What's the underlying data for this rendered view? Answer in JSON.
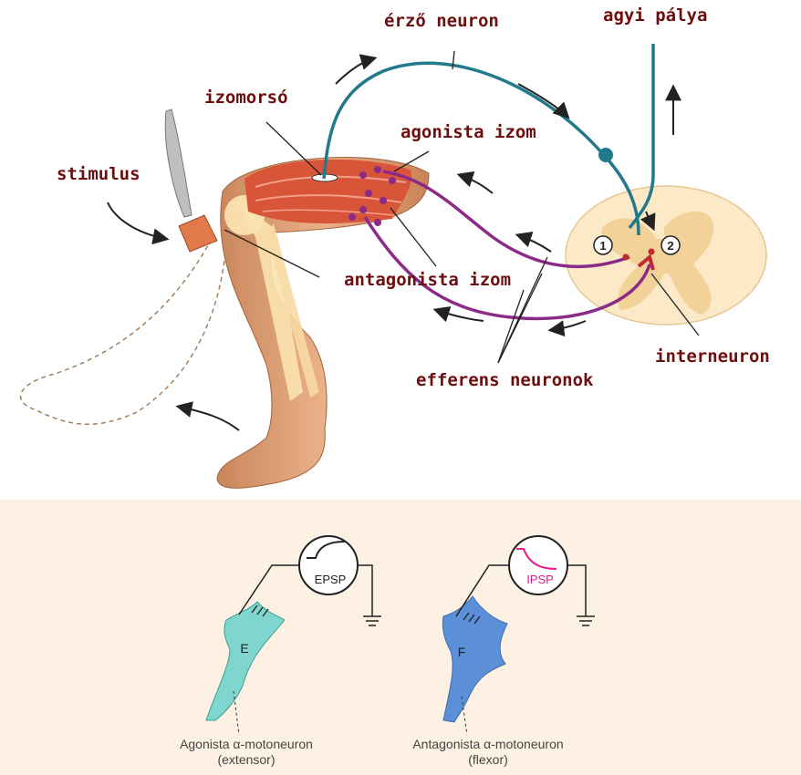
{
  "colors": {
    "label_text": "#6e0d0d",
    "sensory_neuron": "#23798c",
    "efferent_neuron": "#8b2b87",
    "interneuron": "#c0282f",
    "muscle": "#d9553a",
    "skin": "#e6a878",
    "spinal_white": "#fbe9c8",
    "spinal_gray": "#f3d29a",
    "panel_background": "#fcf1e2",
    "extensor_cell": "#7fd6cf",
    "flexor_cell": "#5b8fd8",
    "ipsp_trace": "#e6188c"
  },
  "icons": [
    "reflex-hammer-icon",
    "arrow-icon",
    "electrode-icon",
    "ground-icon",
    "oscilloscope-icon"
  ],
  "labels": {
    "sensory_neuron": "érző neuron",
    "brain_pathway": "agyi pálya",
    "muscle_spindle": "izomorsó",
    "agonist_muscle": "agonista izom",
    "stimulus": "stimulus",
    "antagonist_muscle": "antagonista izom",
    "interneuron": "interneuron",
    "efferent_neurons": "efferens neuronok",
    "marker_1": "1",
    "marker_2": "2"
  },
  "lower_panel": {
    "left": {
      "cell_letter": "E",
      "potential": "EPSP",
      "caption_line1": "Agonista α-motoneuron",
      "caption_line2": "(extensor)"
    },
    "right": {
      "cell_letter": "F",
      "potential": "IPSP",
      "caption_line1": "Antagonista α-motoneuron",
      "caption_line2": "(flexor)"
    }
  }
}
